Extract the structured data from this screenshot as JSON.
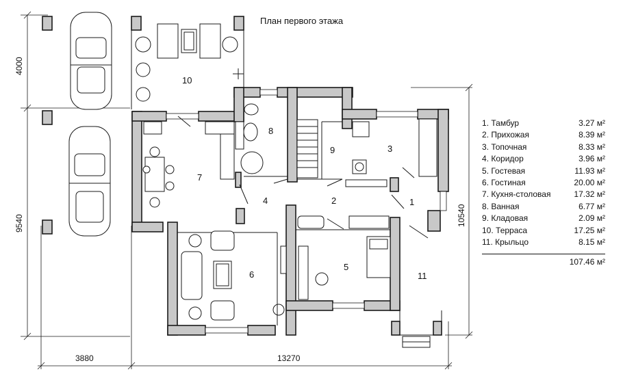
{
  "title": "План первого этажа",
  "dimensions": {
    "left_top": "4000",
    "left_bottom": "9540",
    "bottom_left": "3880",
    "bottom_right": "13270",
    "right": "10540"
  },
  "rooms": [
    {
      "number": "1",
      "name": "Тамбур",
      "area": "3.27 м²"
    },
    {
      "number": "2",
      "name": "Прихожая",
      "area": "8.39 м²"
    },
    {
      "number": "3",
      "name": "Топочная",
      "area": "8.33 м²"
    },
    {
      "number": "4",
      "name": "Коридор",
      "area": "3.96 м²"
    },
    {
      "number": "5",
      "name": "Гостевая",
      "area": "11.93 м²"
    },
    {
      "number": "6",
      "name": "Гостиная",
      "area": "20.00 м²"
    },
    {
      "number": "7",
      "name": "Кухня-столовая",
      "area": "17.32 м²"
    },
    {
      "number": "8",
      "name": "Ванная",
      "area": "6.77 м²"
    },
    {
      "number": "9",
      "name": "Кладовая",
      "area": "2.09 м²"
    },
    {
      "number": "10",
      "name": "Терраса",
      "area": "17.25 м²"
    },
    {
      "number": "11",
      "name": "Крыльцо",
      "area": "8.15 м²"
    }
  ],
  "total_area": "107.46 м²",
  "colors": {
    "wall_fill": "#c8c8c8",
    "line": "#1a1a1a"
  }
}
